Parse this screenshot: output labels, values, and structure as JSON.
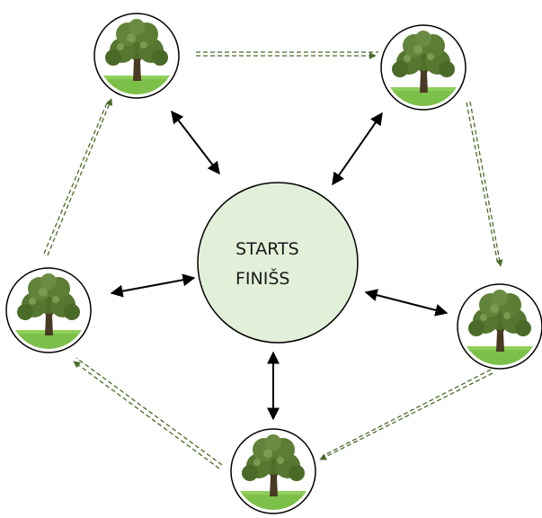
{
  "center": {
    "line1": "STARTS",
    "line2": "FINIŠS",
    "fill_color": "#e2f0d9",
    "stroke_color": "#000000"
  },
  "stations": [
    {
      "id": "top-left",
      "icon": "tree-icon"
    },
    {
      "id": "top-right",
      "icon": "tree-icon"
    },
    {
      "id": "right",
      "icon": "tree-icon"
    },
    {
      "id": "bottom",
      "icon": "tree-icon"
    },
    {
      "id": "left",
      "icon": "tree-icon"
    }
  ],
  "colors": {
    "route_arrow": "#4a6a28",
    "link_arrow": "#000000",
    "tree_foliage": "#4e6e2a",
    "tree_trunk": "#4a3a24",
    "grass": "#7cc04a"
  }
}
